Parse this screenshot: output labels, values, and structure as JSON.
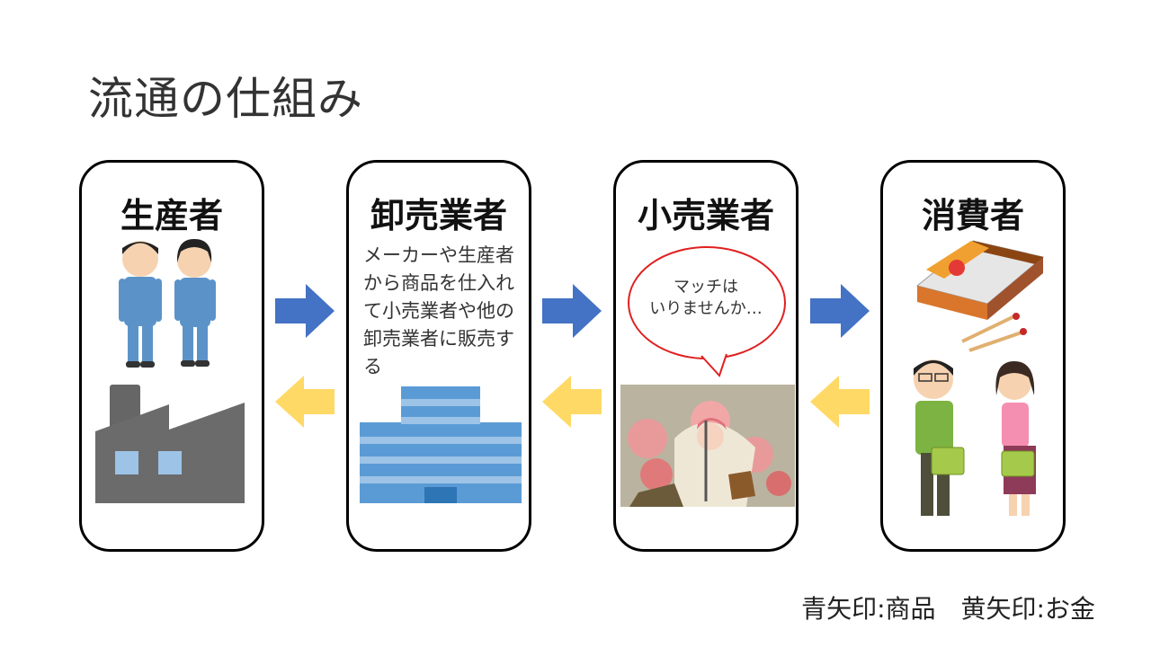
{
  "title": "流通の仕組み",
  "cards": [
    {
      "label": "生産者"
    },
    {
      "label": "卸売業者",
      "description": "メーカーや生産者から商品を仕入れて小売業者や他の卸売業者に販売する"
    },
    {
      "label": "小売業者",
      "speech": "マッチは\nいりませんか…"
    },
    {
      "label": "消費者"
    }
  ],
  "legend": "青矢印:商品　黄矢印:お金",
  "colors": {
    "goods_arrow": "#4472C4",
    "money_arrow": "#FFD966",
    "bubble_outline": "#E02020"
  },
  "icons": [
    "workers-illustration",
    "factory-illustration",
    "office-building-illustration",
    "character-illustration",
    "matchbox-illustration",
    "shoppers-illustration"
  ]
}
